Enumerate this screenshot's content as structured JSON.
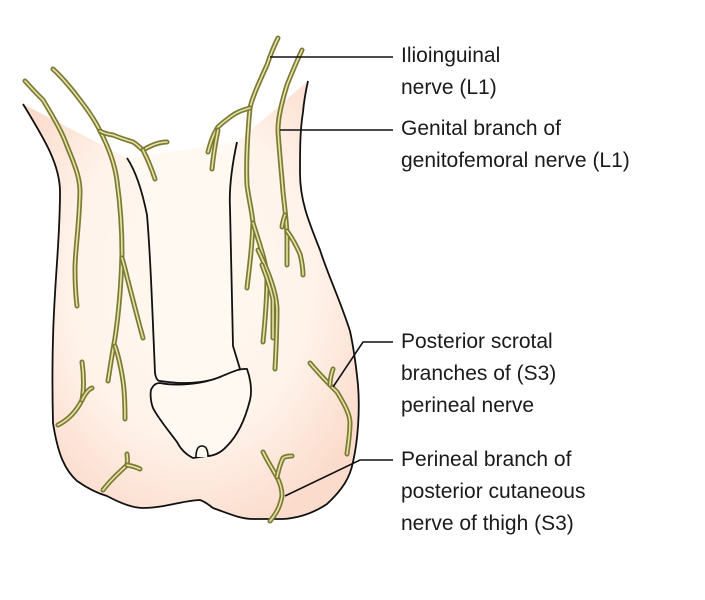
{
  "colors": {
    "nerve": "#7c7a34",
    "nerve_highlight": "#e6e4a6",
    "skin_edge": "#fbe0d2",
    "skin_center": "#fff9f1",
    "outline": "#111111"
  },
  "labels": [
    {
      "id": "ilioinguinal",
      "lines": [
        "Ilioinguinal",
        "nerve (L1)"
      ]
    },
    {
      "id": "genital-branch",
      "lines": [
        "Genital branch of",
        "genitofemoral nerve (L1)"
      ]
    },
    {
      "id": "posterior-scrotal",
      "lines": [
        "Posterior scrotal",
        "branches of (S3)",
        "perineal nerve"
      ]
    },
    {
      "id": "perineal-branch",
      "lines": [
        "Perineal branch of",
        "posterior cutaneous",
        "nerve of thigh (S3)"
      ]
    }
  ]
}
